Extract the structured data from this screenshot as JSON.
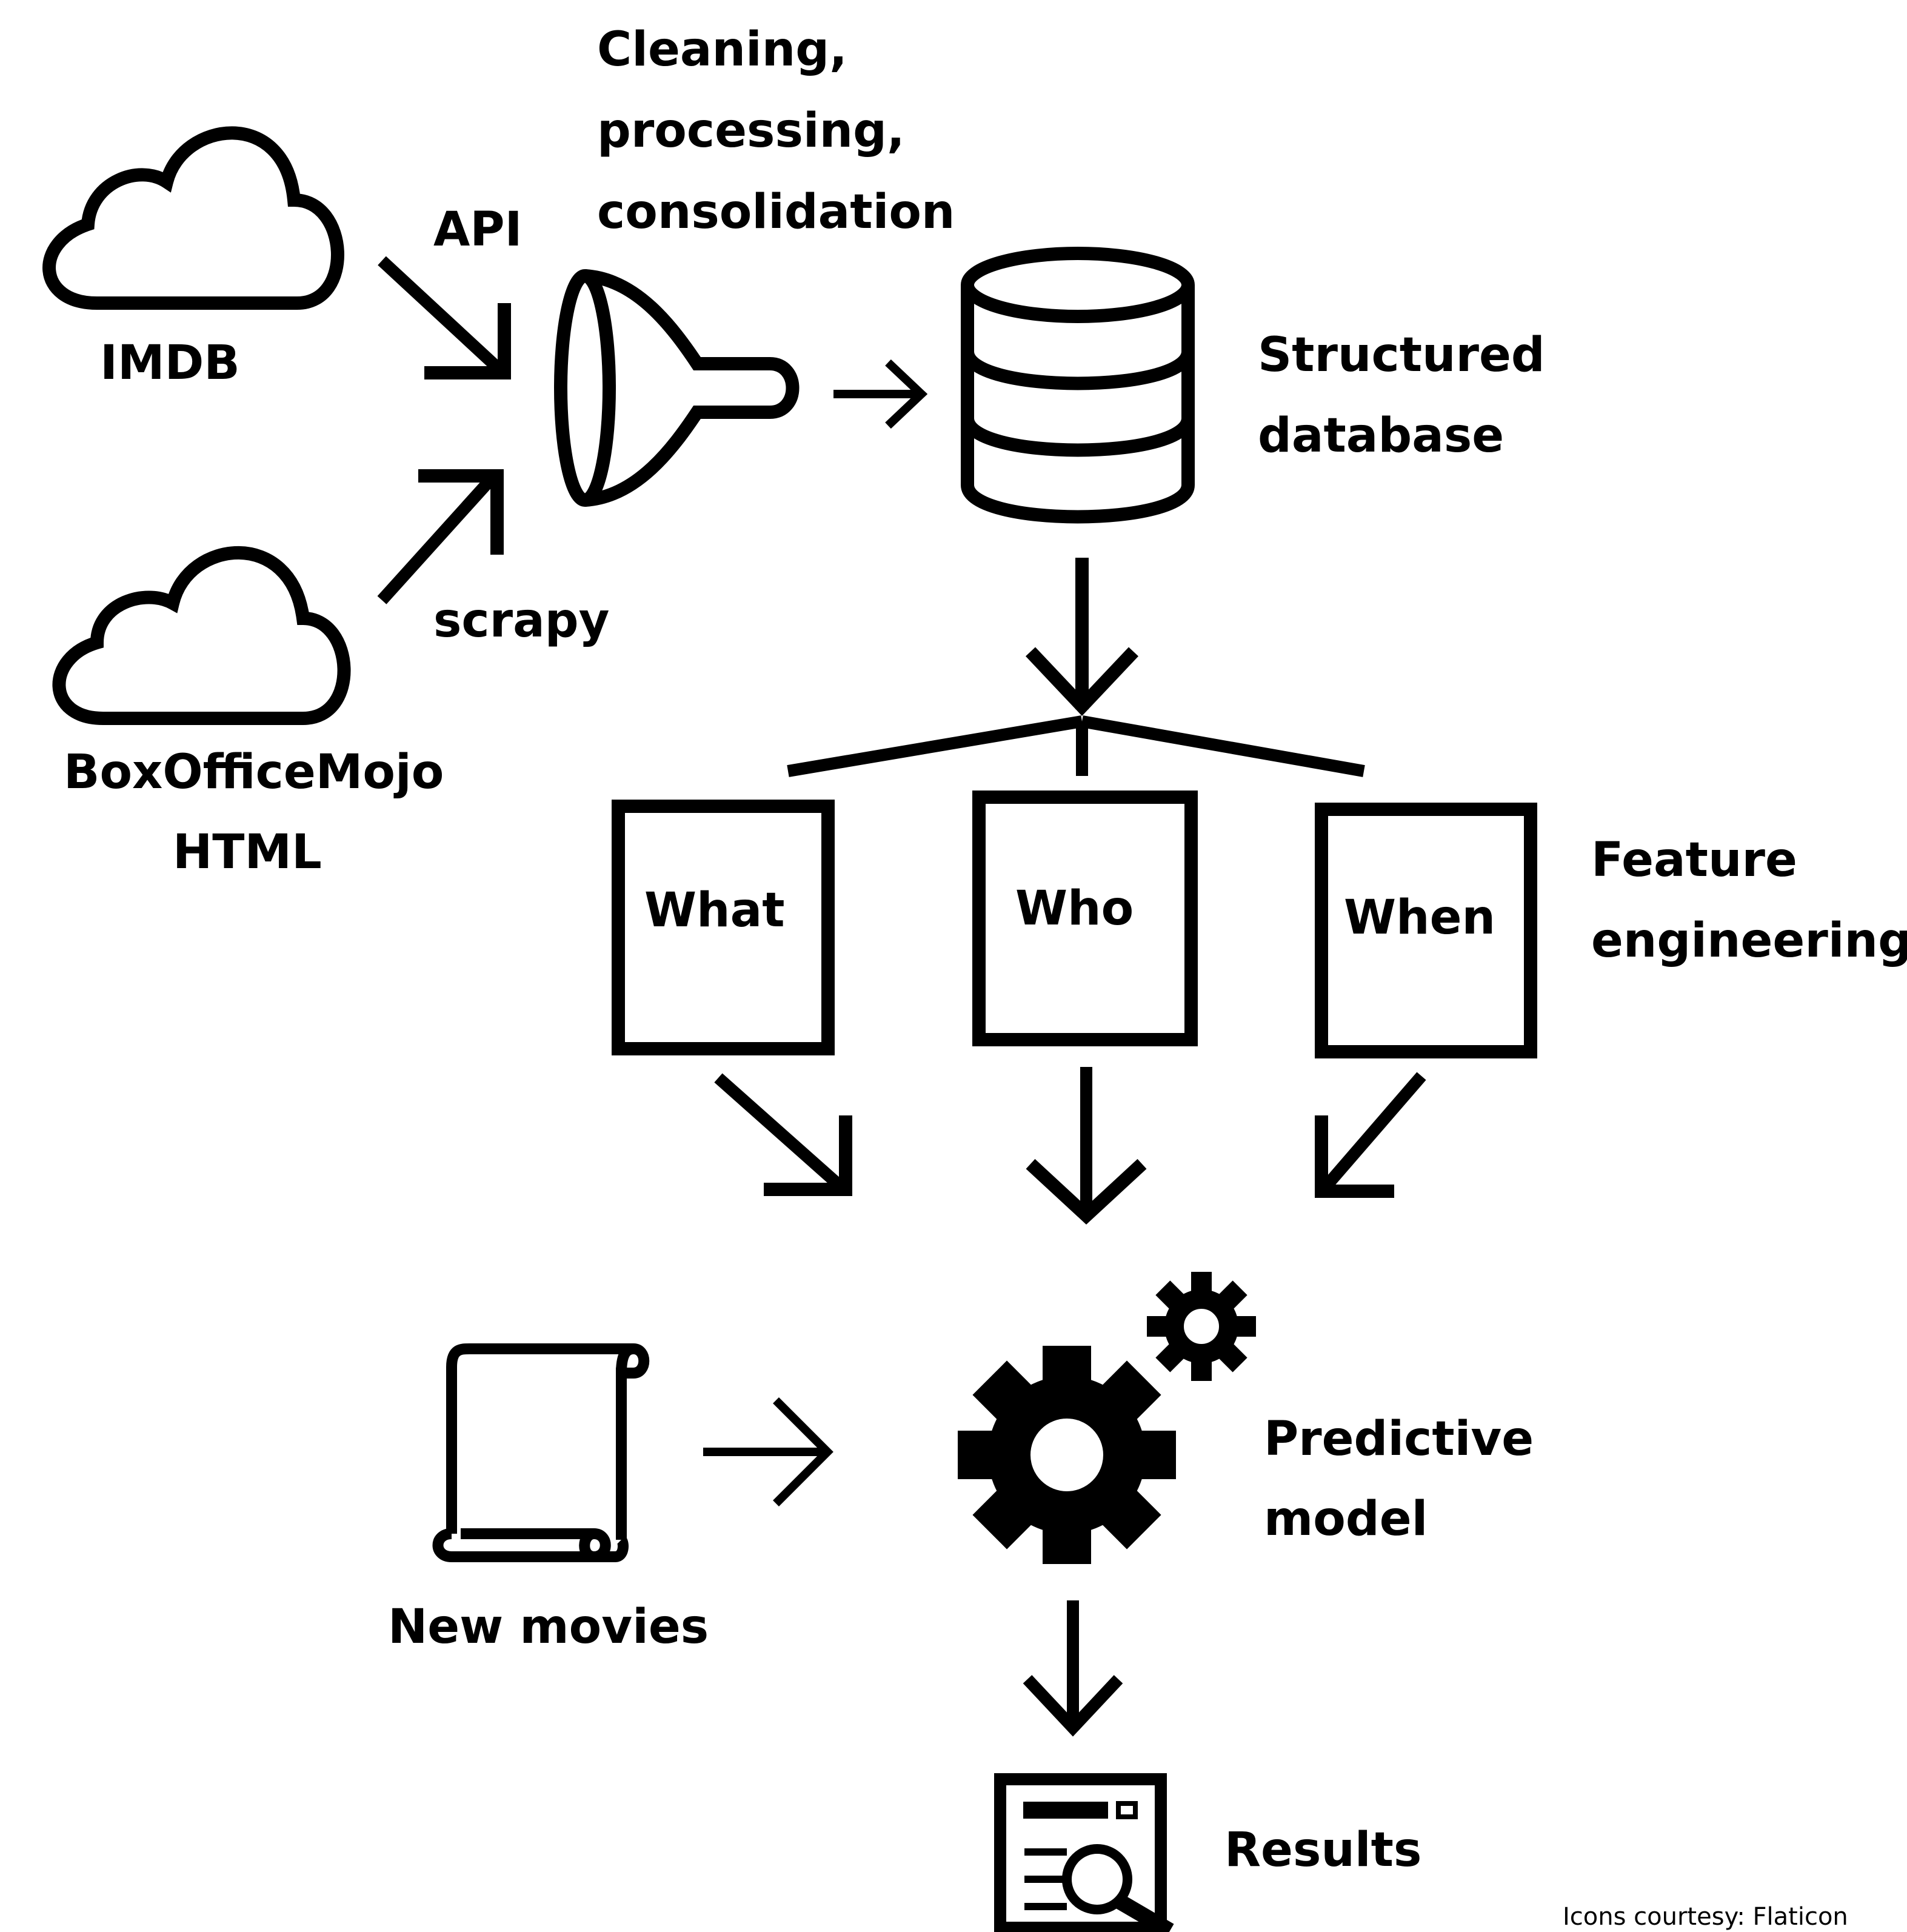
{
  "labels": {
    "cleaning_line1": "Cleaning,",
    "cleaning_line2": "processing,",
    "cleaning_line3": "consolidation",
    "api": "API",
    "imdb": "IMDB",
    "scrapy": "scrapy",
    "boxoffice_line1": "BoxOfficeMojo",
    "boxoffice_line2": "HTML",
    "structured_line1": "Structured",
    "structured_line2": "database",
    "what": "What",
    "who": "Who",
    "when": "When",
    "feature_line1": "Feature",
    "feature_line2": "engineering",
    "predictive_line1": "Predictive",
    "predictive_line2": "model",
    "new_movies": "New movies",
    "results": "Results",
    "credit": "Icons courtesy: Flaticon"
  },
  "icons": [
    "cloud-icon",
    "funnel-icon",
    "database-icon",
    "gear-icon",
    "scroll-icon",
    "report-search-icon"
  ],
  "colors": {
    "ink": "#000000",
    "background": "#ffffff"
  }
}
